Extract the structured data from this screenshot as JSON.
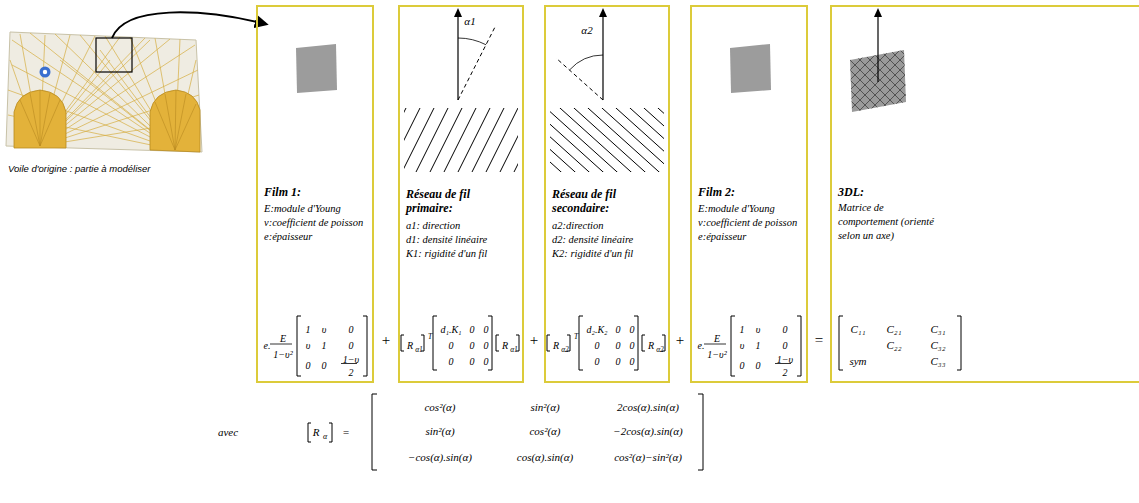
{
  "diagram": {
    "nodes": [
      {
        "text": [
          "Film 1:",
          "E:module d'Young",
          "v:coefficient de poisson",
          "e:épaisseur",
          "e.",
          "E",
          "1−υ²",
          "1",
          "υ",
          "0",
          "υ",
          "1",
          "0",
          "0",
          "0",
          "1−υ",
          "2"
        ]
      },
      {
        "text": [
          "α1",
          "Réseau de fil primaire:",
          "a1: direction",
          "d1: densité linéaire",
          "K1: rigidité d'un fil",
          "R",
          "α1",
          "T",
          "d₁.K₁",
          "0",
          "0",
          "0",
          "0",
          "0",
          "0",
          "0",
          "0",
          "R",
          "α1"
        ]
      },
      {
        "text": [
          "α2",
          "Réseau de fil secondaire:",
          "a2:direction",
          "d2: densité linéaire",
          "K2: rigidité d'un fil",
          "R",
          "α2",
          "T",
          "d₂.K₂",
          "0",
          "0",
          "0",
          "0",
          "0",
          "0",
          "0",
          "0",
          "R",
          "α2"
        ]
      },
      {
        "text": [
          "Film 2:",
          "E:module d'Young",
          "v:coefficient de poisson",
          "e:épaisseur",
          "e.",
          "E",
          "1−υ²",
          "1",
          "υ",
          "0",
          "υ",
          "1",
          "0",
          "0",
          "0",
          "1−υ",
          "2"
        ]
      },
      {
        "text": [
          "3DL:",
          "Matrice de comportement (orienté selon un axe)",
          "C₁₁",
          "C₂₁",
          "C₃₁",
          "C₂₂",
          "C₃₂",
          "sym",
          "C₃₃"
        ]
      }
    ],
    "labels": [
      "Voile d'origine : partie à modéliser",
      "+",
      "+",
      "+",
      "=",
      "avec",
      "R",
      "α",
      "=",
      "cos²(α)",
      "sin²(α)",
      "2cos(α).sin(α)",
      "sin²(α)",
      "cos²(α)",
      "−2cos(α).sin(α)",
      "−cos(α).sin(α)",
      "cos(α).sin(α)",
      "cos²(α)−sin²(α)"
    ]
  }
}
